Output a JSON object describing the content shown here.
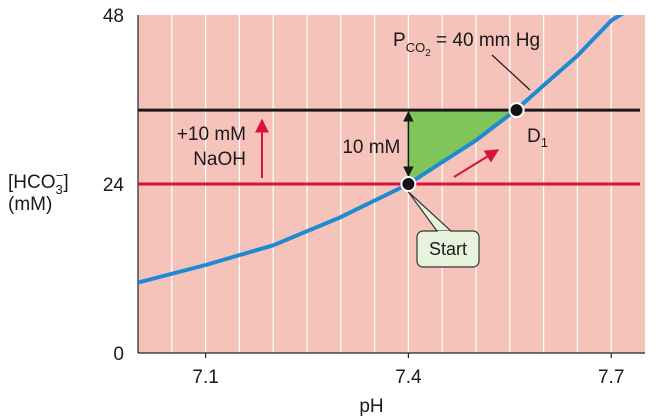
{
  "chart_data": {
    "type": "line",
    "xlabel": "pH",
    "ylabel_line1": "[HCO",
    "ylabel_sub": "3",
    "ylabel_sup": "−",
    "ylabel_close": "]",
    "ylabel_line2": "(mM)",
    "x_ticks": [
      "7.1",
      "7.4",
      "7.7"
    ],
    "y_ticks": [
      "0",
      "24",
      "48"
    ],
    "xlim": [
      7.0,
      7.75
    ],
    "ylim": [
      0,
      48
    ],
    "grid": true,
    "colors": {
      "plot_background": "#f6c3bb",
      "grid": "#ffffff",
      "isobar": "#1e8ad2",
      "initial_line": "#d8123c",
      "new_line": "#1a1a1a",
      "triangle_fill": "#7fc55a",
      "arrow": "#d8123c",
      "label_box": "#e8f3de"
    },
    "series": [
      {
        "name": "P_CO2 = 40 mm Hg",
        "x": [
          7.0,
          7.1,
          7.2,
          7.3,
          7.4,
          7.5,
          7.56,
          7.6,
          7.65,
          7.7,
          7.73
        ],
        "y": [
          10.0,
          12.5,
          15.3,
          19.3,
          24.0,
          30.2,
          34.6,
          38.0,
          42.2,
          47.2,
          49.0
        ]
      }
    ],
    "hlines": [
      {
        "y": 24
      },
      {
        "y": 34.5
      }
    ],
    "points": [
      {
        "label": "Start",
        "x": 7.4,
        "y": 24
      },
      {
        "label": "D",
        "sub": "1",
        "x": 7.56,
        "y": 34.5
      }
    ],
    "annotations": {
      "isobar_P": "P",
      "isobar_sub": "CO",
      "isobar_subsub": "2",
      "isobar_rest": " = 40 mm Hg",
      "delta_label": "10 mM",
      "naoh_line1": "+10 mM",
      "naoh_line2": "NaOH",
      "start": "Start",
      "d1_main": "D",
      "d1_sub": "1"
    }
  }
}
